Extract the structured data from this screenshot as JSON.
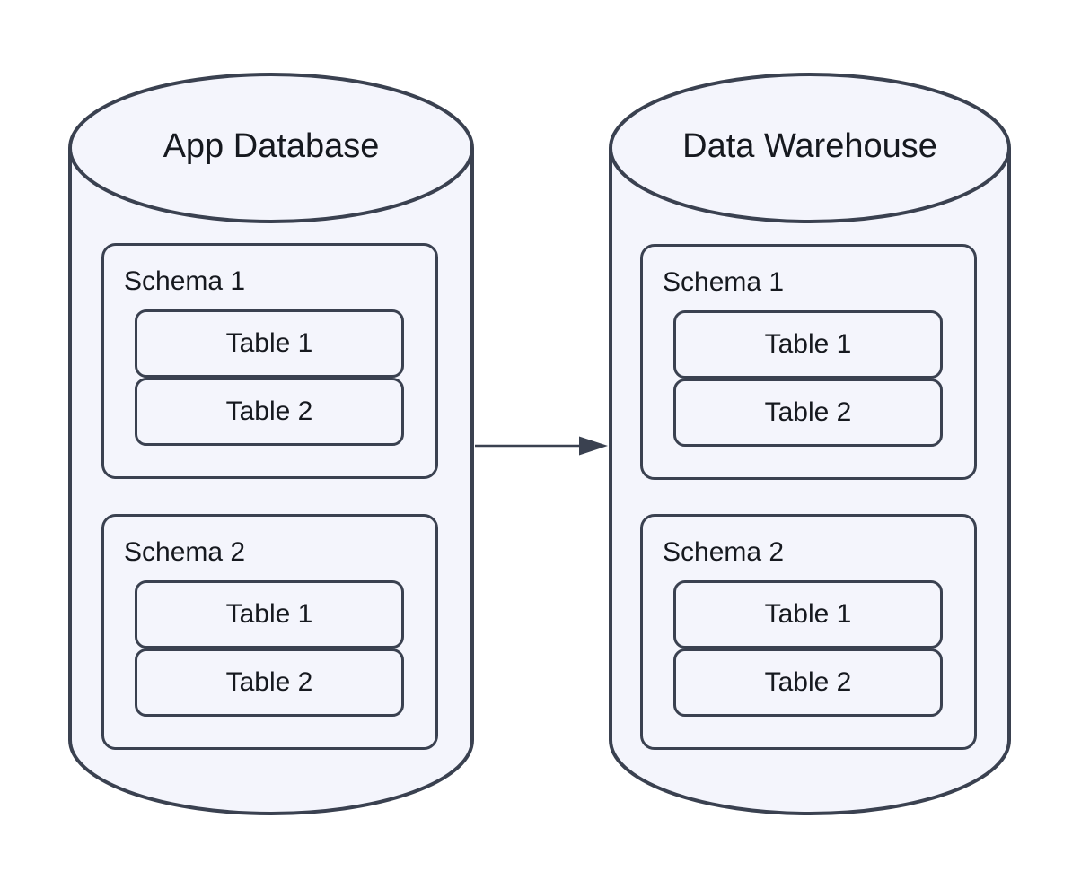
{
  "diagram": {
    "type": "database-sync-diagram",
    "colors": {
      "background": "#ffffff",
      "node_fill": "#f4f5fc",
      "stroke": "#3a4150",
      "text": "#16191f"
    },
    "nodes": [
      {
        "title": "App Database",
        "shape": "cylinder",
        "schemas": [
          {
            "label": "Schema 1",
            "tables": [
              "Table 1",
              "Table 2"
            ]
          },
          {
            "label": "Schema 2",
            "tables": [
              "Table 1",
              "Table 2"
            ]
          }
        ]
      },
      {
        "title": "Data Warehouse",
        "shape": "cylinder",
        "schemas": [
          {
            "label": "Schema 1",
            "tables": [
              "Table 1",
              "Table 2"
            ]
          },
          {
            "label": "Schema 2",
            "tables": [
              "Table 1",
              "Table 2"
            ]
          }
        ]
      }
    ],
    "edges": [
      {
        "from": "App Database",
        "to": "Data Warehouse",
        "direction": "right",
        "label": ""
      }
    ]
  }
}
